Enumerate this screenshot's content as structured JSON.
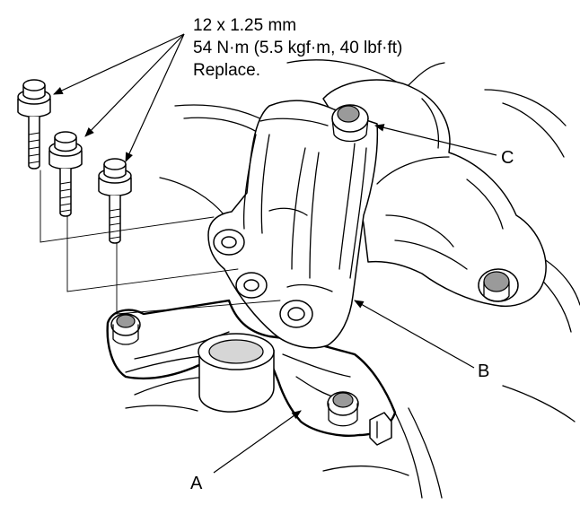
{
  "spec": {
    "line1": "12 x 1.25 mm",
    "line2": "54 N·m (5.5 kgf·m, 40 lbf·ft)",
    "line3": "Replace."
  },
  "callouts": {
    "a": "A",
    "b": "B",
    "c": "C"
  },
  "colors": {
    "ink": "#000000",
    "paper": "#ffffff",
    "shade": "#d6d6d6"
  }
}
